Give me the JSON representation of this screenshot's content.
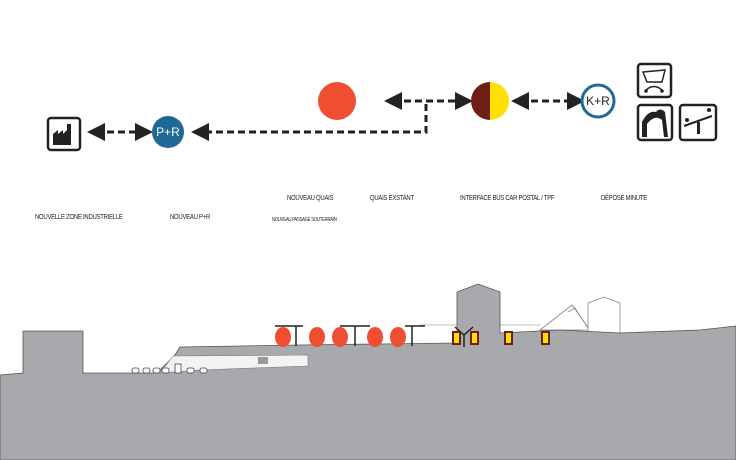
{
  "nodes": {
    "park_ride": "P+R",
    "kiss_ride": "K+R"
  },
  "labels": {
    "new_platforms": "NOUVEAU QUAIS",
    "existing_platforms": "QUAIS EXSTANT",
    "bus_interface": "INTERFACE BUS CAR POSTAL / TPF",
    "drop_off": "DÉPOSE MINUTE",
    "industrial_zone": "NOUVELLE ZONE INDUSTRIELLE",
    "new_park_ride": "NOUVEAU P+R",
    "underpass": "NOUVEAU PASSAGE SOUTERRAIN"
  },
  "colors": {
    "park_ride": "#1e6a94",
    "new_platforms": "#f04e30",
    "bus_brown": "#6e1e14",
    "bus_yellow": "#ffe000",
    "kiss_ride_stroke": "#1e6a94",
    "ground": "#a7a9ac"
  },
  "icons": [
    "factory-icon",
    "shopping-cart-icon",
    "monument-arch-icon",
    "playground-seesaw-icon"
  ]
}
